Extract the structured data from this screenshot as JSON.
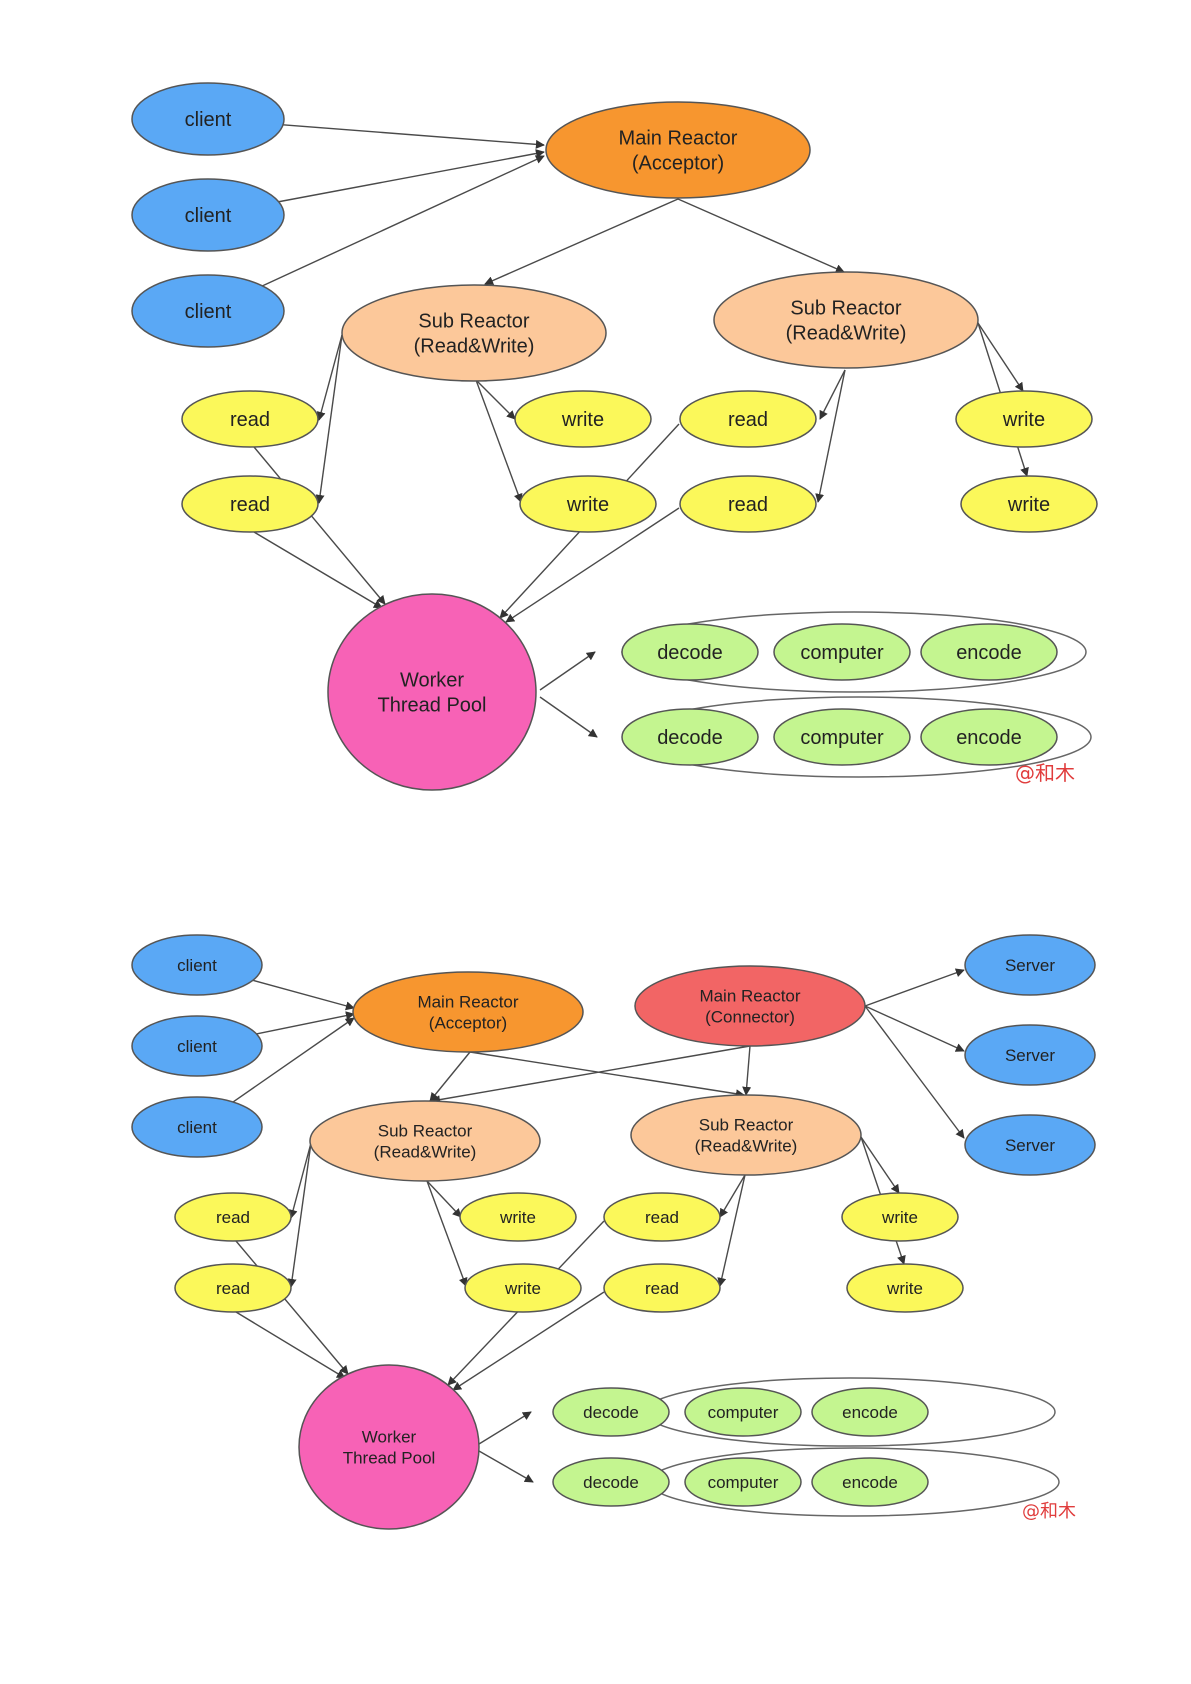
{
  "colors": {
    "client": "#5aa8f5",
    "server": "#5aa8f5",
    "main_reactor": "#f7962f",
    "connector": "#f26565",
    "sub_reactor": "#fcc89a",
    "io": "#fbf85a",
    "task": "#c4f590",
    "worker": "#f762b6",
    "watermark": "#e03c3c"
  },
  "diagram1": {
    "clients": [
      "client",
      "client",
      "client"
    ],
    "main_reactor": [
      "Main Reactor",
      "(Acceptor)"
    ],
    "sub_reactors": [
      [
        "Sub Reactor",
        "(Read&Write)"
      ],
      [
        "Sub Reactor",
        "(Read&Write)"
      ]
    ],
    "left_io": [
      "read",
      "read",
      "write",
      "write"
    ],
    "right_io": [
      "read",
      "read",
      "write",
      "write"
    ],
    "worker": [
      "Worker",
      "Thread Pool"
    ],
    "task_rows": [
      [
        "decode",
        "computer",
        "encode"
      ],
      [
        "decode",
        "computer",
        "encode"
      ]
    ],
    "watermark": "@和木"
  },
  "diagram2": {
    "clients": [
      "client",
      "client",
      "client"
    ],
    "main_reactor": [
      "Main Reactor",
      "(Acceptor)"
    ],
    "connector": [
      "Main Reactor",
      "(Connector)"
    ],
    "servers": [
      "Server",
      "Server",
      "Server"
    ],
    "sub_reactors": [
      [
        "Sub Reactor",
        "(Read&Write)"
      ],
      [
        "Sub Reactor",
        "(Read&Write)"
      ]
    ],
    "left_io": [
      "read",
      "read",
      "write",
      "write"
    ],
    "right_io": [
      "read",
      "read",
      "write",
      "write"
    ],
    "worker": [
      "Worker",
      "Thread Pool"
    ],
    "task_rows": [
      [
        "decode",
        "computer",
        "encode"
      ],
      [
        "decode",
        "computer",
        "encode"
      ]
    ],
    "watermark": "@和木"
  }
}
